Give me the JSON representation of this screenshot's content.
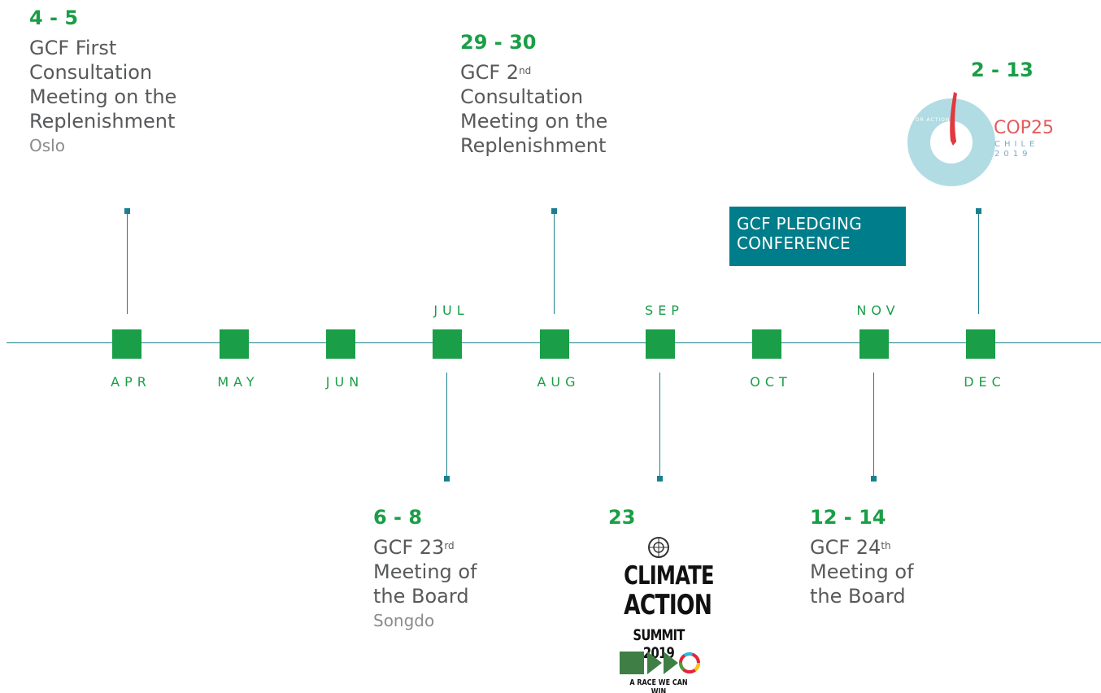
{
  "timeline": {
    "months": [
      "APR",
      "MAY",
      "JUN",
      "JUL",
      "AUG",
      "SEP",
      "OCT",
      "NOV",
      "DEC"
    ],
    "month_color": "#1a9e47",
    "line_color": "#1a7f8e"
  },
  "events": {
    "apr": {
      "date": "4 - 5",
      "text": [
        "GCF First",
        "Consultation",
        "Meeting on the",
        "Replenishment"
      ],
      "place": "Oslo"
    },
    "jul": {
      "date": "6 - 8",
      "line1": "GCF 23",
      "sup": "rd",
      "line2": "Meeting of",
      "line3": "the Board",
      "place": "Songdo"
    },
    "aug": {
      "date": "29 - 30",
      "line1": "GCF 2",
      "sup": "nd",
      "line2": "Consultation",
      "line3": "Meeting on the",
      "line4": "Replenishment"
    },
    "sep": {
      "date": "23"
    },
    "nov": {
      "date": "12 - 14",
      "line1": "GCF 24",
      "sup": "th",
      "line2": "Meeting of",
      "line3": "the Board"
    },
    "dec": {
      "date": "2 - 13"
    }
  },
  "pledging": {
    "line1": "GCF PLEDGING",
    "line2": "CONFERENCE"
  },
  "cop25": {
    "title": "COP25",
    "country": "CHILE",
    "year": "2019",
    "tagline": "TIME FOR ACTION"
  },
  "climate_summit": {
    "line1": "CLIMATE",
    "line2": "ACTION",
    "line3": "SUMMIT 2019",
    "tagline": "A RACE WE CAN WIN"
  }
}
